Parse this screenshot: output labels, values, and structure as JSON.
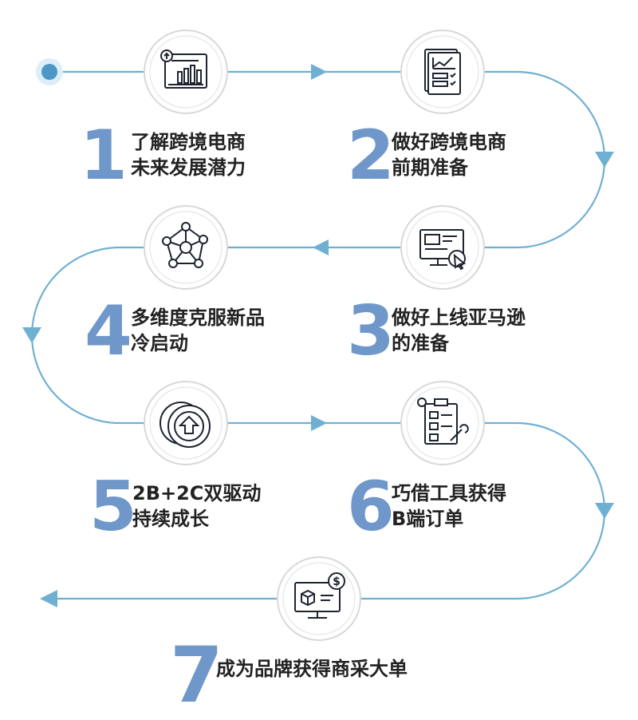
{
  "colors": {
    "line": "#6fb0d2",
    "number": "#6f97c9",
    "icon": "#1d2430",
    "text": "#222222",
    "circle_fill": "#ffffff",
    "circle_stroke": "#d6d9dc"
  },
  "steps": [
    {
      "number": "1",
      "line1": "了解跨境电商",
      "line2": "未来发展潜力",
      "icon": "chart-tablet-icon"
    },
    {
      "number": "2",
      "line1": "做好跨境电商",
      "line2": "前期准备",
      "icon": "checklist-chart-icon"
    },
    {
      "number": "3",
      "line1": "做好上线亚马逊",
      "line2": "的准备",
      "icon": "monitor-cursor-icon"
    },
    {
      "number": "4",
      "line1": "多维度克服新品",
      "line2": "冷启动",
      "icon": "network-nodes-icon"
    },
    {
      "number": "5",
      "line1": "2B+2C双驱动",
      "line2": "持续成长",
      "icon": "growth-coins-icon"
    },
    {
      "number": "6",
      "line1": "巧借工具获得",
      "line2": "B端订单",
      "icon": "clipboard-tools-icon"
    },
    {
      "number": "7",
      "line1": "成为品牌获得商采大单",
      "icon": "computer-commerce-icon"
    }
  ]
}
